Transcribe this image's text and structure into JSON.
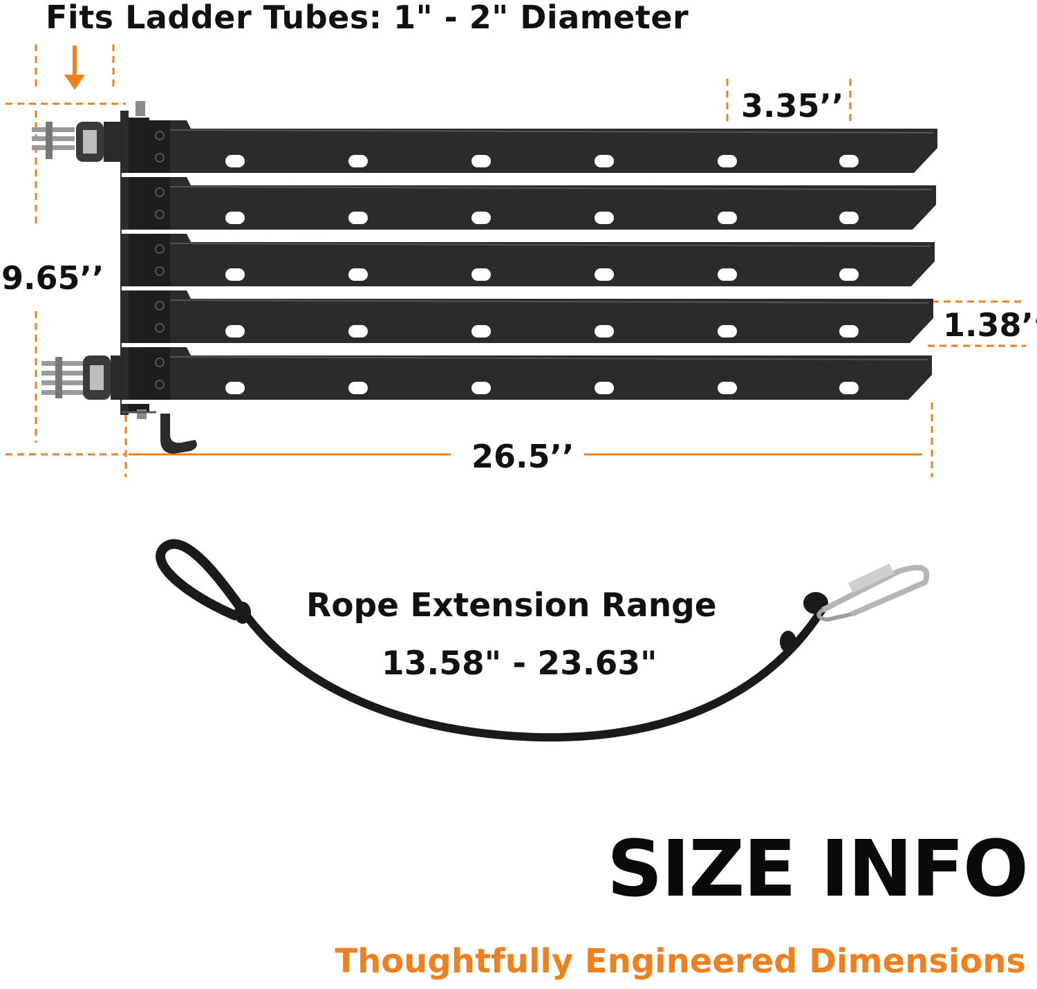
{
  "colors": {
    "accent": "#f07f1e",
    "text": "#111111",
    "rack": "#2b2b2b",
    "rope": "#1a1a1a"
  },
  "labels": {
    "ladder_tubes": "Fits Ladder Tubes: 1\" - 2\"  Diameter",
    "dim_top": "3.35’’",
    "dim_left": "9.65’’",
    "dim_right": "1.38’’",
    "dim_bottom": "26.5’’",
    "rope_title": "Rope Extension Range",
    "rope_range": "13.58\" - 23.63\"",
    "size_title": "SIZE INFO",
    "size_subtitle": "Thoughtfully Engineered Dimensions"
  },
  "icons": {
    "arrow": "down-arrow-icon",
    "carabiner": "carabiner-icon"
  }
}
